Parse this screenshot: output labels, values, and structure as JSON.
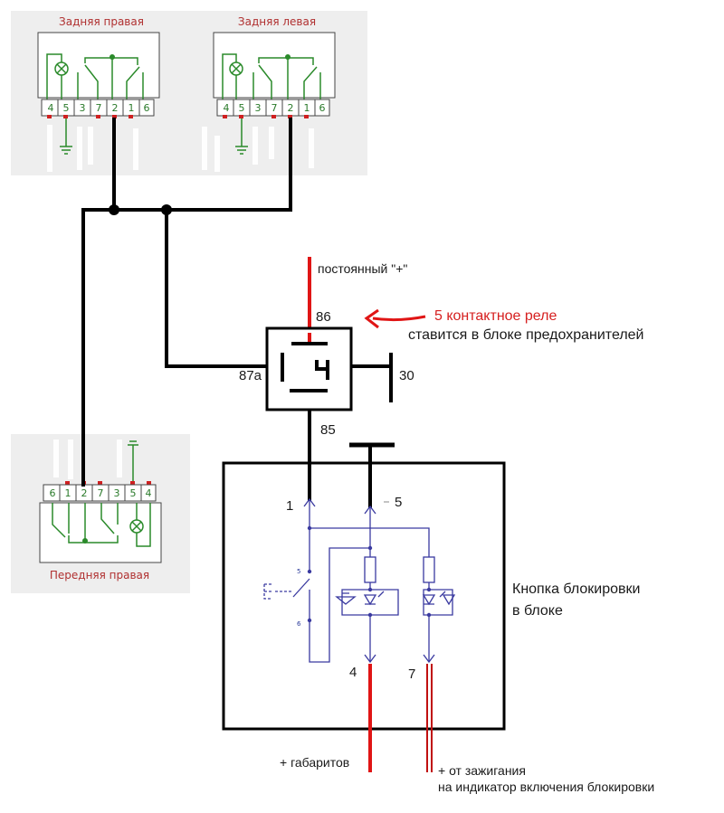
{
  "colors": {
    "wire": "#000000",
    "power": "#e01515",
    "green": "#2a8a2a",
    "panel": "#eeeeee",
    "circuit": "#3a3aa0",
    "label_red": "#b03030"
  },
  "connectors": {
    "rear_right": {
      "title": "Задняя правая",
      "pins": [
        "4",
        "5",
        "3",
        "7",
        "2",
        "1",
        "6"
      ]
    },
    "rear_left": {
      "title": "Задняя левая",
      "pins": [
        "4",
        "5",
        "3",
        "7",
        "2",
        "1",
        "6"
      ]
    },
    "front_right": {
      "title": "Передняя правая",
      "pins": [
        "6",
        "1",
        "2",
        "7",
        "3",
        "5",
        "4"
      ]
    }
  },
  "relay": {
    "pin_86": "86",
    "pin_87a": "87a",
    "pin_30": "30",
    "pin_85": "85",
    "supply_label": "постоянный \"+\"",
    "annotation_title": "5 контактное реле",
    "annotation_sub": "ставится в блоке предохранителей"
  },
  "button_block": {
    "title_line1": "Кнопка блокировки",
    "title_line2": "в блоке",
    "pin_1": "1",
    "pin_5": "5",
    "pin_4": "4",
    "pin_7": "7",
    "sw_a": "5",
    "sw_b": "6"
  },
  "bottom": {
    "lights_label": "+ габаритов",
    "ignition_line1": "+ от зажигания",
    "ignition_line2": "на индикатор включения блокировки"
  }
}
